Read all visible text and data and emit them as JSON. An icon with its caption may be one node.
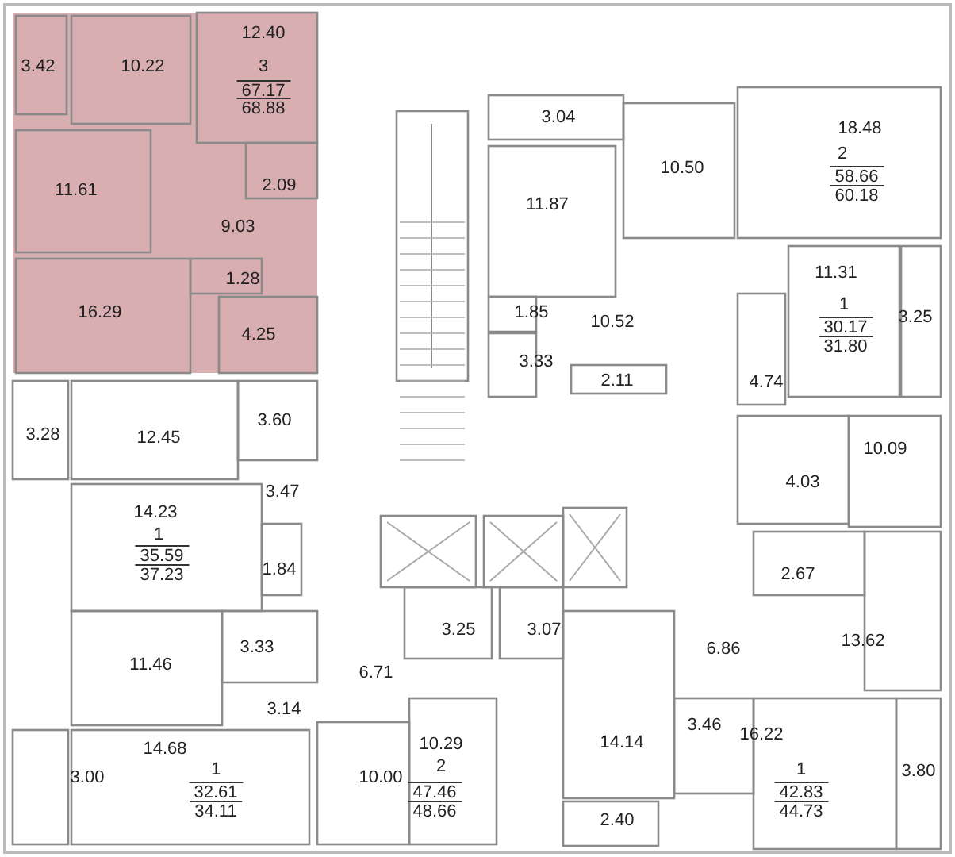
{
  "diagram": {
    "labels": [
      "12.40",
      "3.42",
      "10.22",
      "3",
      "67.17",
      "68.88",
      "3.04",
      "18.48",
      "2",
      "10.50",
      "58.66",
      "60.18",
      "11.61",
      "2.09",
      "11.87",
      "9.03",
      "11.31",
      "1.28",
      "1",
      "16.29",
      "1.85",
      "10.52",
      "3.25",
      "30.17",
      "4.25",
      "31.80",
      "3.33",
      "2.11",
      "4.74",
      "3.60",
      "3.28",
      "12.45",
      "10.09",
      "4.03",
      "3.47",
      "14.23",
      "1",
      "35.59",
      "37.23",
      "1.84",
      "2.67",
      "3.25",
      "3.07",
      "13.62",
      "3.33",
      "6.86",
      "11.46",
      "6.71",
      "3.14",
      "3.46",
      "16.22",
      "10.29",
      "14.14",
      "14.68",
      "1",
      "2",
      "1",
      "3.80",
      "3.00",
      "10.00",
      "32.61",
      "47.46",
      "42.83",
      "34.11",
      "48.66",
      "44.73",
      "2.40"
    ]
  }
}
